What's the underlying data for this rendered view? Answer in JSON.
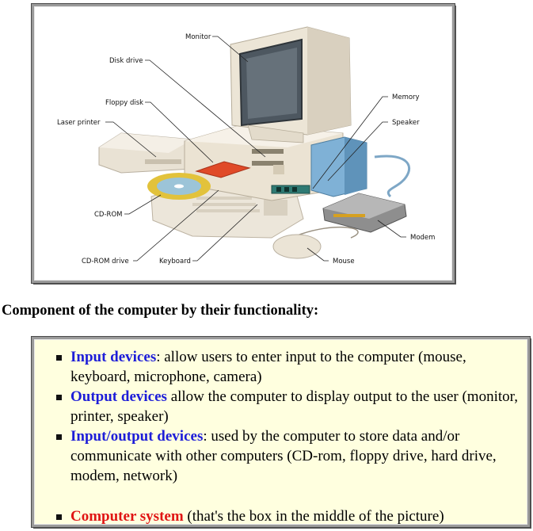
{
  "figure": {
    "labels": {
      "monitor": "Monitor",
      "disk_drive": "Disk drive",
      "floppy_disk": "Floppy disk",
      "laser_printer": "Laser printer",
      "memory": "Memory",
      "speaker": "Speaker",
      "cd_rom": "CD-ROM",
      "modem": "Modem",
      "cd_rom_drive": "CD-ROM drive",
      "keyboard": "Keyboard",
      "mouse": "Mouse"
    }
  },
  "heading": "Component of the computer by their functionality:",
  "items": [
    {
      "term": "Input devices",
      "text": ": allow users to enter input to the computer (mouse, keyboard, microphone, camera)"
    },
    {
      "term": "Output devices",
      "text": " allow the computer to display output to the user (monitor, printer, speaker)"
    },
    {
      "term": "Input/output devices",
      "text": ": used by the computer to store data and/or communicate with other computers (CD-rom, floppy drive, hard drive, modem, network)"
    },
    {
      "term": "Computer system",
      "text": " (that's the box in the middle of the picture)"
    }
  ],
  "colors": {
    "term_blue": "#1d1dd8",
    "term_red": "#e01414",
    "box_background": "#ffffdf"
  }
}
